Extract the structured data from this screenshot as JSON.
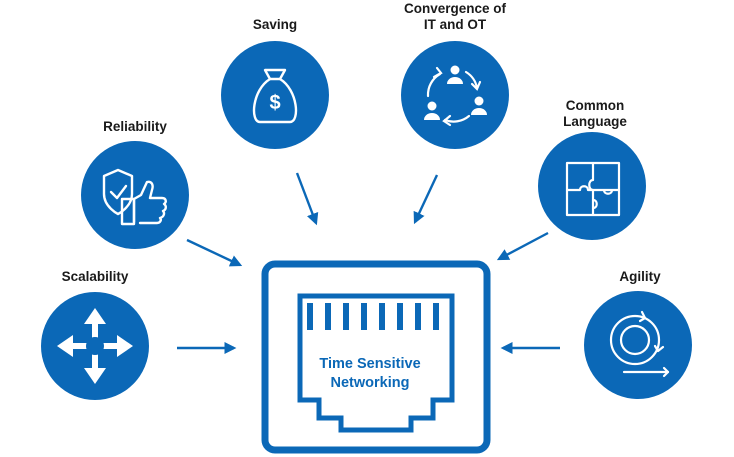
{
  "colors": {
    "primary": "#0b68b7",
    "text": "#1a1a1a",
    "icon_fill": "#ffffff"
  },
  "center": {
    "line1": "Time Sensitive",
    "line2": "Networking",
    "icon": "ethernet-port-icon"
  },
  "nodes": {
    "saving": {
      "line1": "Saving",
      "icon": "money-bag-icon"
    },
    "convergence": {
      "line1": "Convergence of",
      "line2": "IT and OT",
      "icon": "people-cycle-icon"
    },
    "reliability": {
      "line1": "Reliability",
      "icon": "shield-thumbs-up-icon"
    },
    "common": {
      "line1": "Common",
      "line2": "Language",
      "icon": "puzzle-icon"
    },
    "scalability": {
      "line1": "Scalability",
      "icon": "four-way-arrows-icon"
    },
    "agility": {
      "line1": "Agility",
      "icon": "circular-arrows-icon"
    }
  }
}
